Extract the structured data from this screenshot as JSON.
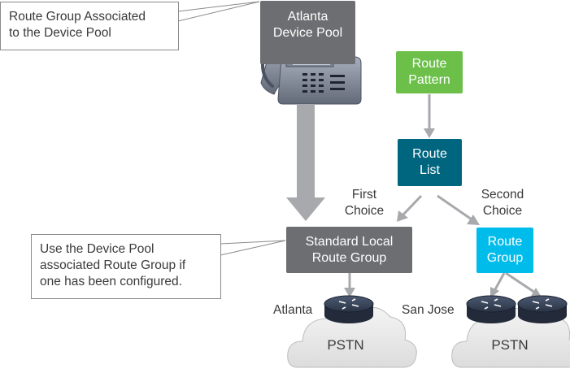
{
  "callouts": {
    "top": [
      "Route Group Associated",
      "to the Device Pool"
    ],
    "left": [
      "Use the Device Pool",
      "associated Route Group if",
      "one has been configured."
    ]
  },
  "boxes": {
    "atlanta_device_pool": [
      "Atlanta",
      "Device Pool"
    ],
    "route_pattern": [
      "Route",
      "Pattern"
    ],
    "route_list": [
      "Route",
      "List"
    ],
    "standard_local": [
      "Standard Local",
      "Route Group"
    ],
    "route_group": [
      "Route",
      "Group"
    ]
  },
  "labels": {
    "first_choice": [
      "First",
      "Choice"
    ],
    "second_choice": [
      "Second",
      "Choice"
    ],
    "atlanta": "Atlanta",
    "san_jose": "San Jose",
    "pstn_left": "PSTN",
    "pstn_right": "PSTN"
  },
  "colors": {
    "device_pool_gray": "#6d6e71",
    "route_pattern_green": "#6cc04a",
    "route_list_teal": "#00667f",
    "standard_local_gray": "#6d6e71",
    "route_group_cyan": "#00bceb",
    "arrow_gray": "#a7a9ac"
  },
  "icons": {
    "phone": "ip-phone-icon",
    "routers": [
      "router-icon",
      "router-icon",
      "router-icon"
    ],
    "clouds": [
      "cloud-icon",
      "cloud-icon"
    ]
  }
}
